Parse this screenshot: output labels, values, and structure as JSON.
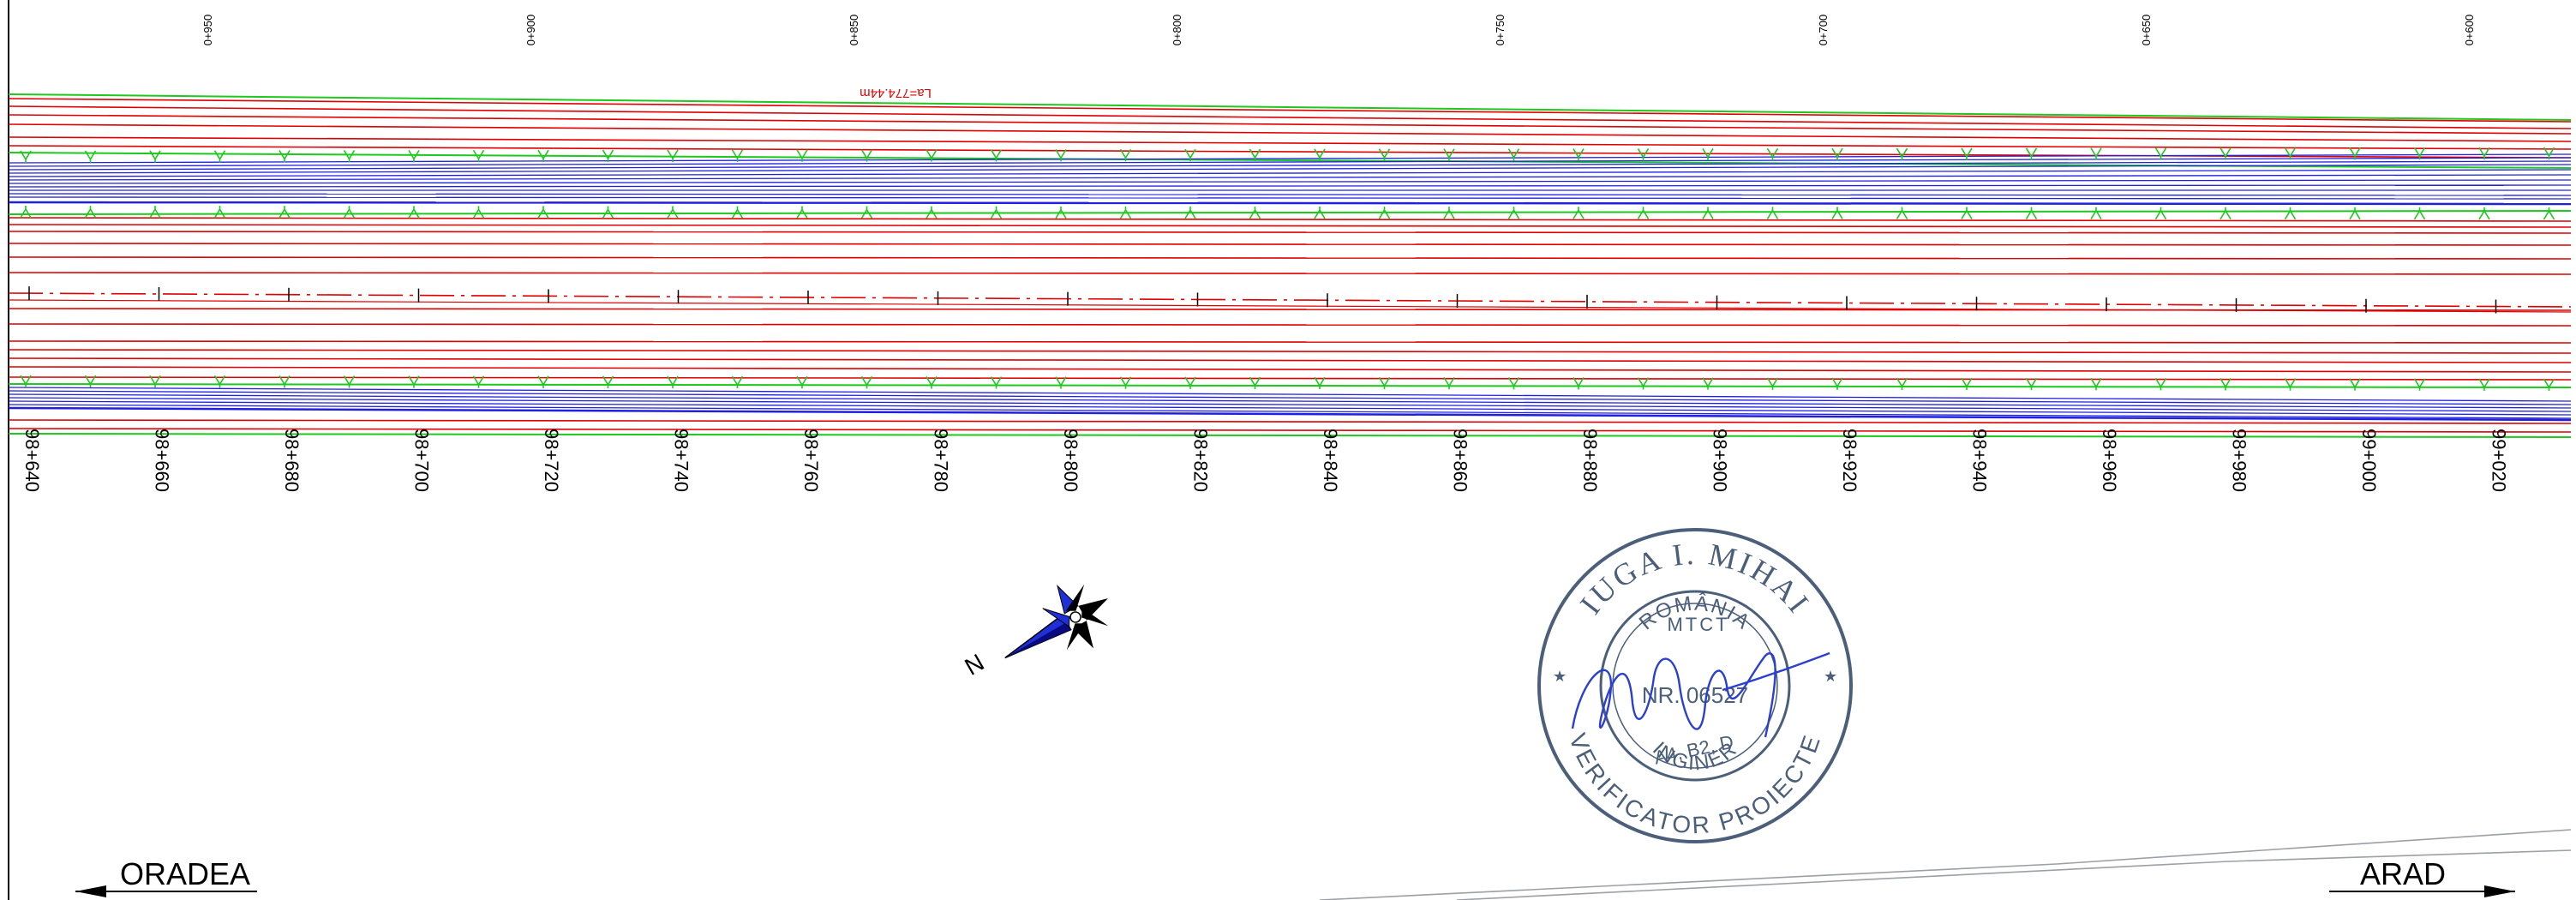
{
  "top_chainages": [
    "0+950",
    "0+900",
    "0+850",
    "0+800",
    "0+750",
    "0+700",
    "0+650",
    "0+600"
  ],
  "length_annotation": "La=774.44m",
  "bottom_chainages": [
    "98+640",
    "98+660",
    "98+680",
    "98+700",
    "98+720",
    "98+740",
    "98+760",
    "98+780",
    "98+800",
    "98+820",
    "98+840",
    "98+860",
    "98+880",
    "98+900",
    "98+920",
    "98+940",
    "98+960",
    "98+980",
    "99+000",
    "99+020"
  ],
  "compass_label": "N",
  "directions": {
    "left": "ORADEA",
    "right": "ARAD"
  },
  "stamp": {
    "name": "IUGA I. MIHAI",
    "country": "ROMÂNIA",
    "ministry": "MTCT",
    "number": "NR. 06527",
    "categories": "A4, B2, D",
    "role": "INGINER",
    "title": "VERIFICATOR PROIECTE"
  },
  "colors": {
    "road_edges": "#e00000",
    "slope_lines": "#00c000",
    "drainage": "#1a1adf",
    "chainage_text": "#000000"
  }
}
